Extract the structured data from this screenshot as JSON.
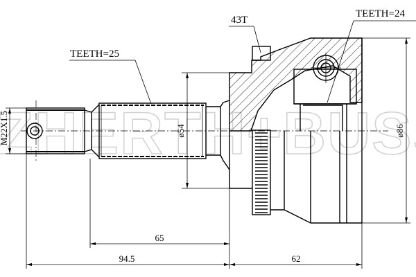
{
  "drawing": {
    "title": "CV joint outer technical drawing",
    "labels": {
      "teeth_shaft": "TEETH=25",
      "abs_ring": "43T",
      "teeth_inner": "TEETH=24"
    },
    "dimensions": {
      "thread": "M22X1.5",
      "shaft_diameter": "ø54",
      "bell_diameter": "ø86",
      "shaft_length": "65",
      "total_stub_length": "94.5",
      "bell_length": "62"
    },
    "watermark": "ZHERTH+BUSS"
  }
}
